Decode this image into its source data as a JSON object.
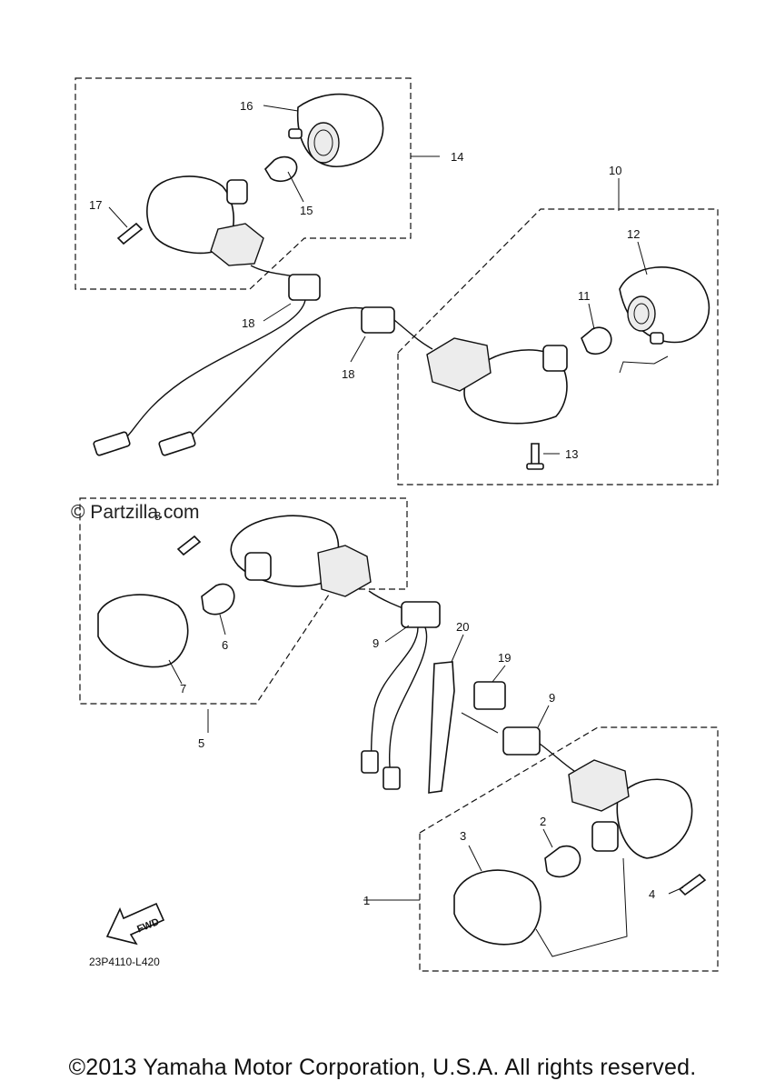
{
  "diagram": {
    "watermark": "© Partzilla.com",
    "diagram_code": "23P4110-L420",
    "direction_label": "FWD",
    "callouts": {
      "c1": "1",
      "c2": "2",
      "c3": "3",
      "c4": "4",
      "c5": "5",
      "c6": "6",
      "c7": "7",
      "c8": "8",
      "c9a": "9",
      "c9b": "9",
      "c10": "10",
      "c11": "11",
      "c12": "12",
      "c13": "13",
      "c14": "14",
      "c15": "15",
      "c16": "16",
      "c17": "17",
      "c18a": "18",
      "c18b": "18",
      "c19": "19",
      "c20": "20"
    }
  },
  "footer": {
    "copyright": "©2013 Yamaha Motor Corporation, U.S.A. All rights reserved."
  }
}
